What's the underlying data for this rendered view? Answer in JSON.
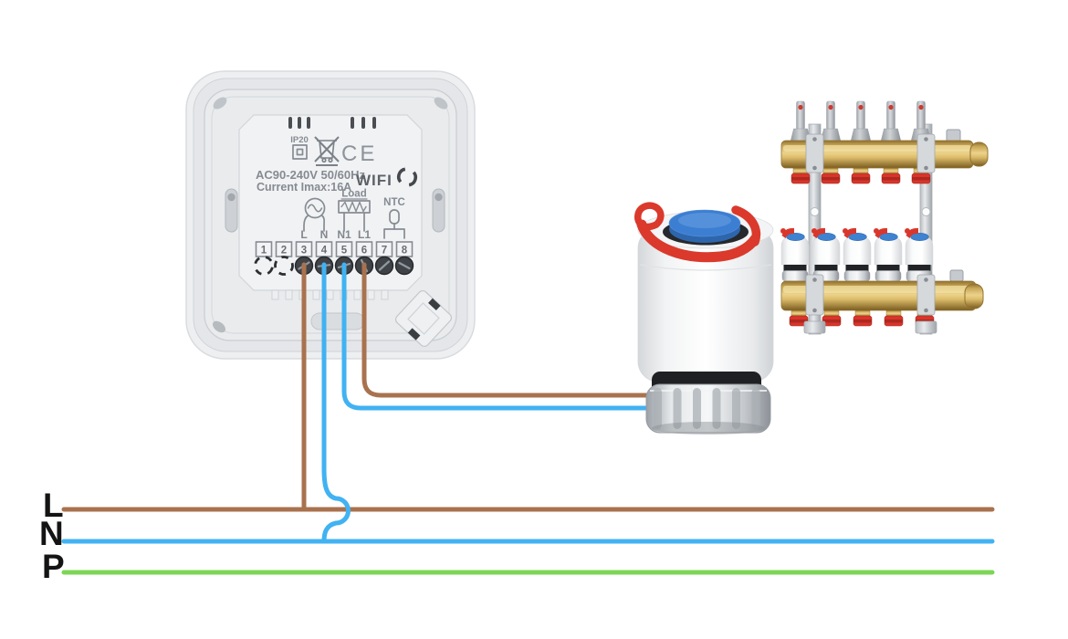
{
  "thermostat": {
    "ip_rating": "IP20",
    "ce_mark": "CE",
    "power_rating": "AC90-240V 50/60Hz",
    "current_rating": "Current Imax:16A",
    "wifi_label": "WIFI",
    "load_label": "Load",
    "ntc_label": "NTC",
    "terminal_numbers": [
      "1",
      "2",
      "3",
      "4",
      "5",
      "6",
      "7",
      "8"
    ],
    "terminal_labels": [
      "L",
      "N",
      "N1",
      "L1"
    ]
  },
  "bus_lines": [
    {
      "label": "L",
      "color_name": "brown"
    },
    {
      "label": "N",
      "color_name": "blue"
    },
    {
      "label": "P",
      "color_name": "green"
    }
  ],
  "colors": {
    "brown_wire": "#a9724e",
    "blue_wire": "#41b2f2",
    "green_wire": "#7cd656",
    "actuator_blue": "#3c7ed2",
    "actuator_red": "#da392c"
  }
}
